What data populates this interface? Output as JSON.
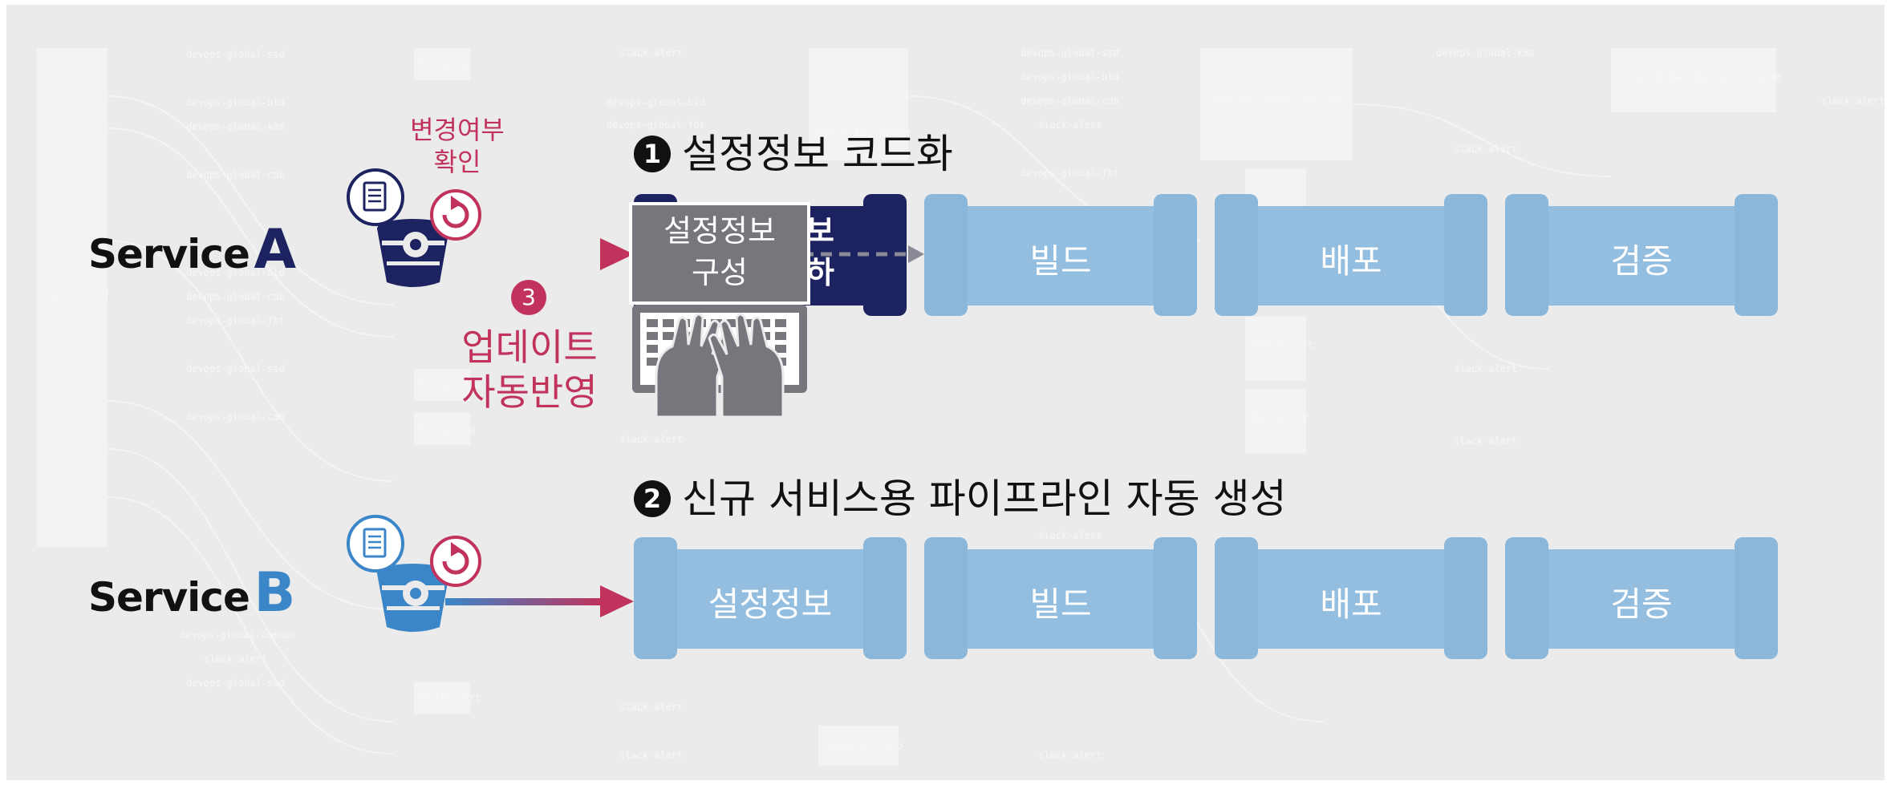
{
  "services": {
    "a": {
      "name": "Service",
      "letter": "A",
      "color": "#1c2360"
    },
    "b": {
      "name": "Service",
      "letter": "B",
      "color": "#3b86c8"
    }
  },
  "headings": {
    "first": {
      "number": "1",
      "text": "설정정보 코드화"
    },
    "second": {
      "number": "2",
      "text": "신규 서비스용 파이프라인 자동 생성"
    }
  },
  "annotations": {
    "check_change": "변경여부\n확인",
    "update_number": "3",
    "auto_update": "업데이트\n자동반영"
  },
  "pipeline_a": {
    "config_box": "설정정보\n구성",
    "hidden_stage": "보\n하",
    "stages": [
      "빌드",
      "배포",
      "검증"
    ]
  },
  "pipeline_b": {
    "stages": [
      "설정정보",
      "빌드",
      "배포",
      "검증"
    ]
  },
  "colors": {
    "stage_fill": "#94bedf",
    "stage_cap": "#8ab7da",
    "navy": "#1c2360",
    "accent_red": "#c1335c",
    "laptop_gray": "#77767d",
    "background": "#ebebeb"
  },
  "background_labels": [
    "devops-global-ssd",
    "devops-global-bld",
    "devops-global-k8s",
    "slack-alert",
    "deploy-op",
    "devops-global-cdb",
    "devops-global-fbt",
    "devops-global-common",
    "deploy-sort",
    "deploy-log",
    "deploy-dev",
    "deploy-test",
    "deploy-info",
    "devops-global-vesmo",
    "connector-info"
  ]
}
